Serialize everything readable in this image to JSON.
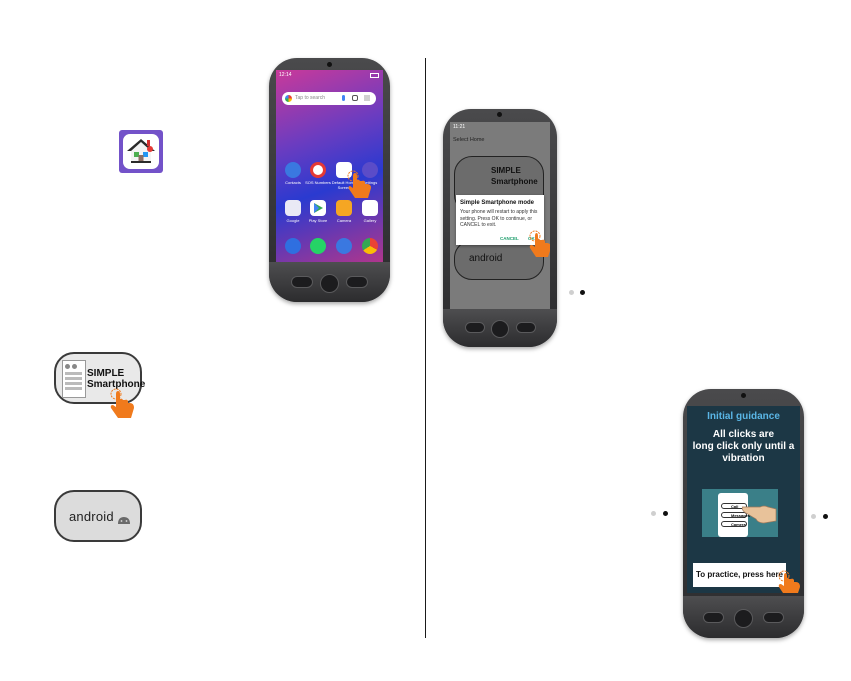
{
  "phone1": {
    "status_time": "12:14",
    "search_placeholder": "Tap to search",
    "apps_row1": [
      "Contacts",
      "SOS Numbers",
      "Default Home Screen",
      "Settings"
    ],
    "apps_row2": [
      "Google",
      "Play Store",
      "Camera",
      "Gallery"
    ]
  },
  "pill_simple": {
    "line1": "SIMPLE",
    "line2": "Smartphone"
  },
  "pill_android": {
    "label": "android"
  },
  "phone2": {
    "status_time": "11:21",
    "header": "Select Home",
    "bg_simple_line1": "SIMPLE",
    "bg_simple_line2": "Smartphone",
    "bg_android": "android",
    "dialog_title": "Simple Smartphone mode",
    "dialog_body": "Your phone will restart to apply this setting. Press OK to continue, or CANCEL to exit.",
    "dialog_cancel": "CANCEL",
    "dialog_ok": "OK"
  },
  "phone3": {
    "title": "Initial guidance",
    "body_line1": "All clicks are",
    "body_line2": "long click only until a",
    "body_line3": "vibration",
    "practice": "To practice, press here",
    "menu_items": [
      "Call",
      "Messages",
      "Camera"
    ]
  },
  "colors": {
    "accent_orange": "#f07a1c",
    "app_purple": "#7352c9",
    "guidance_blue": "#5ab6e6",
    "ok_green": "#1a9c6a"
  }
}
